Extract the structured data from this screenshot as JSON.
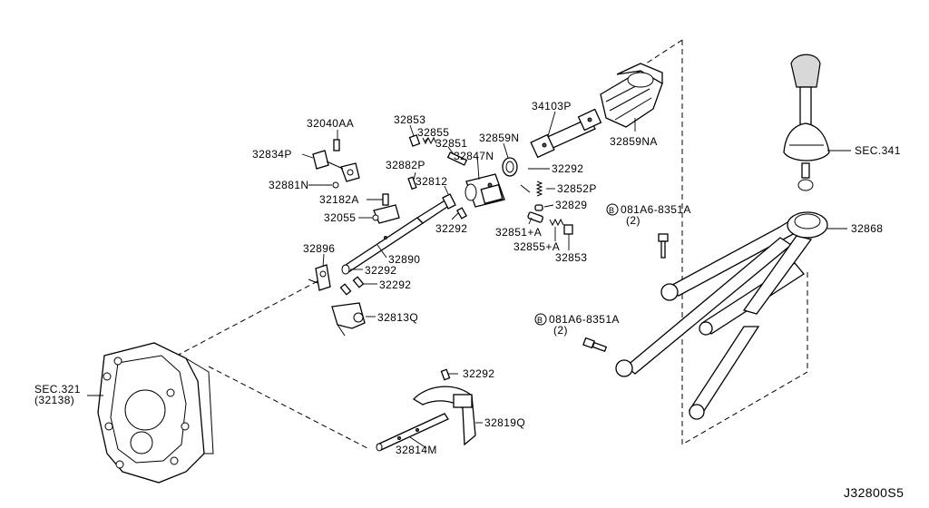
{
  "diagram": {
    "code": "J32800S5",
    "labels": {
      "p32040AA": "32040AA",
      "p32834P": "32834P",
      "p32881N": "32881N",
      "p32182A": "32182A",
      "p32055": "32055",
      "p32896": "32896",
      "p32890": "32890",
      "p32292_a": "32292",
      "p32292_b": "32292",
      "p32292_c": "32292",
      "p32292_d": "32292",
      "p32292_e": "32292",
      "p32813Q": "32813Q",
      "p32853_top": "32853",
      "p32855_top": "32855",
      "p32851": "32851",
      "p32882P": "32882P",
      "p32847N": "32847N",
      "p32859N": "32859N",
      "p34103P": "34103P",
      "p32859NA": "32859NA",
      "p32812": "32812",
      "p32852P": "32852P",
      "p32829": "32829",
      "p32851A": "32851+A",
      "p32855A": "32855+A",
      "p32853_bot": "32853",
      "bolt1": "081A6-8351A",
      "bolt1_qty": "(2)",
      "bolt2": "081A6-8351A",
      "bolt2_qty": "(2)",
      "bolt_b": "B",
      "sec341": "SEC.341",
      "p32868": "32868",
      "sec321": "SEC.321",
      "sec321_sub": "(32138)",
      "p32819Q": "32819Q",
      "p32814M": "32814M"
    }
  }
}
